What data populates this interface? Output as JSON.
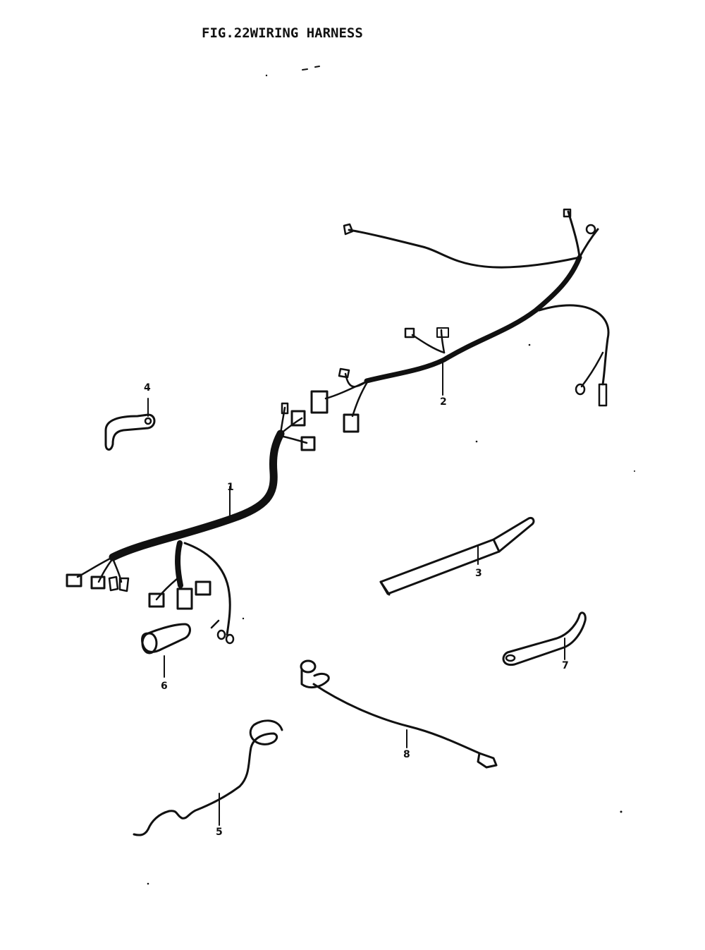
{
  "title": "FIG.22WIRING HARNESS",
  "callouts": [
    "1",
    "2",
    "3",
    "4",
    "5",
    "6",
    "7",
    "8"
  ]
}
